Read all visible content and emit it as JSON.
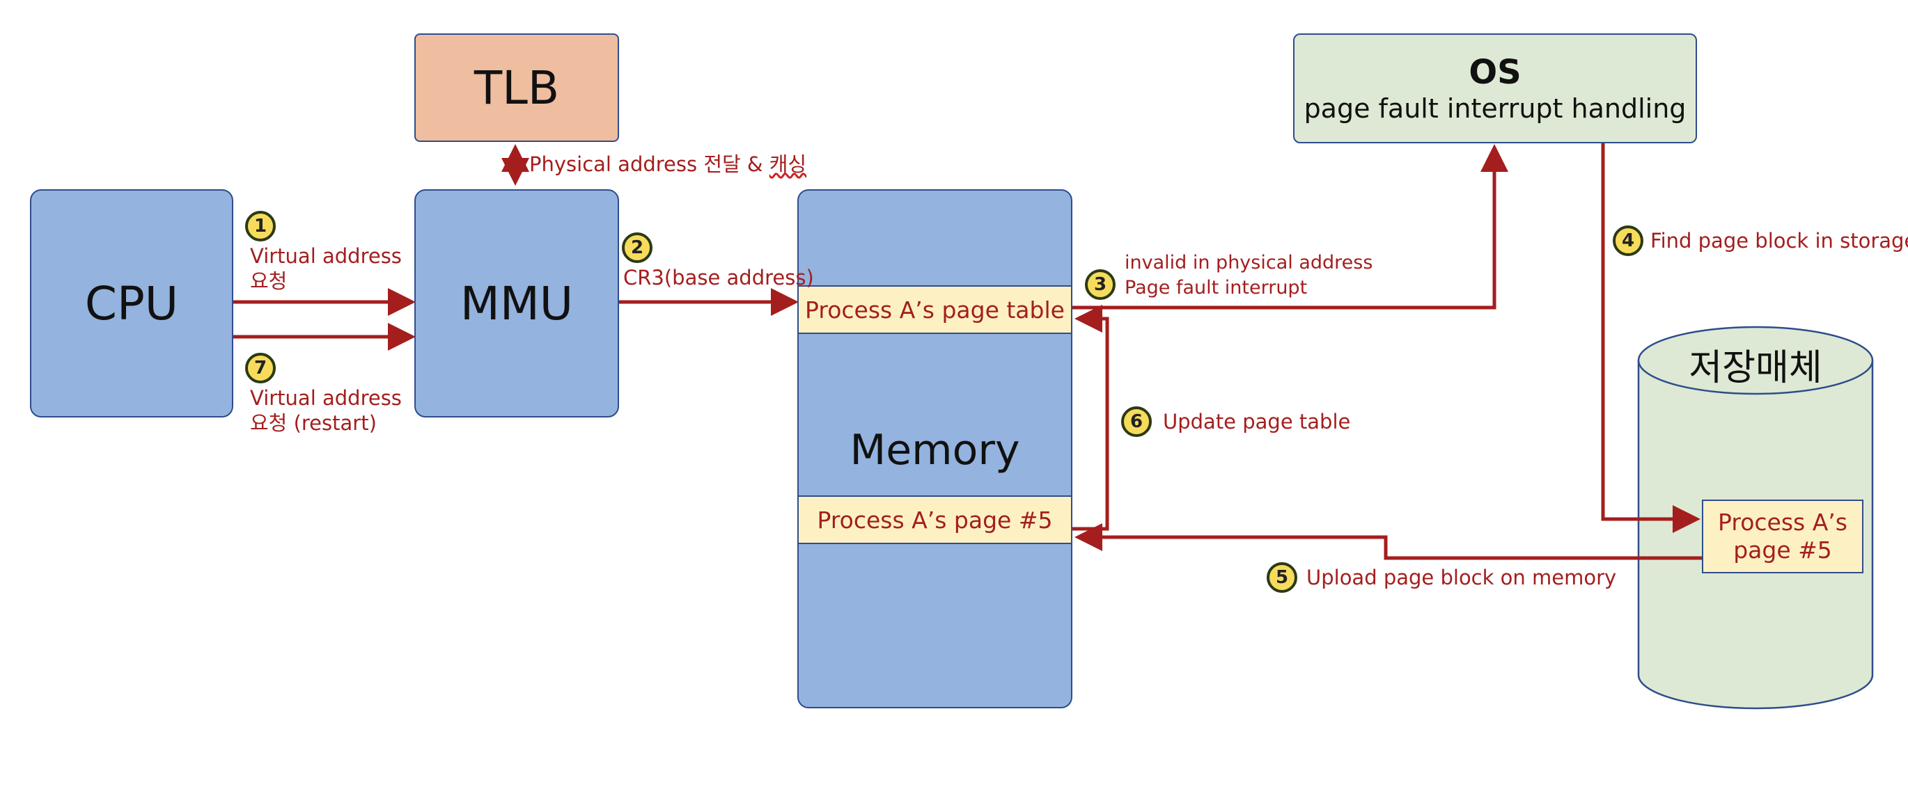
{
  "nodes": {
    "cpu": "CPU",
    "mmu": "MMU",
    "tlb": "TLB",
    "memory": "Memory",
    "os_title": "OS",
    "os_subtitle": "page fault interrupt handling",
    "storage": "저장매체"
  },
  "memory_segments": {
    "page_table": "Process A’s page table",
    "page5": "Process A’s page #5"
  },
  "storage_block": {
    "line1": "Process A’s",
    "line2": "page #5"
  },
  "tlb_link": {
    "text": "Physical address 전달 & ",
    "squiggly": "캐싱"
  },
  "steps": [
    {
      "num": "1",
      "lines": [
        "Virtual address",
        "요청"
      ]
    },
    {
      "num": "2",
      "lines": [
        "CR3(base address)"
      ]
    },
    {
      "num": "3",
      "lines": [
        "invalid in physical address",
        "Page fault interrupt"
      ]
    },
    {
      "num": "4",
      "lines": [
        "Find page block in storage"
      ]
    },
    {
      "num": "5",
      "lines": [
        "Upload page block on memory"
      ]
    },
    {
      "num": "6",
      "lines": [
        "Update page table"
      ]
    },
    {
      "num": "7",
      "lines": [
        "Virtual address",
        "요청 (restart)"
      ]
    }
  ],
  "colors": {
    "arrow": "#a41e1e",
    "box_fill": "#94b3de",
    "box_border": "#2f4d8c",
    "tlb_fill": "#efbd9f",
    "os_fill": "#dde9d4",
    "segment_fill": "#fdf1c4",
    "badge_yellow": "#f7dc5c",
    "badge_dark": "#2b3a14"
  }
}
